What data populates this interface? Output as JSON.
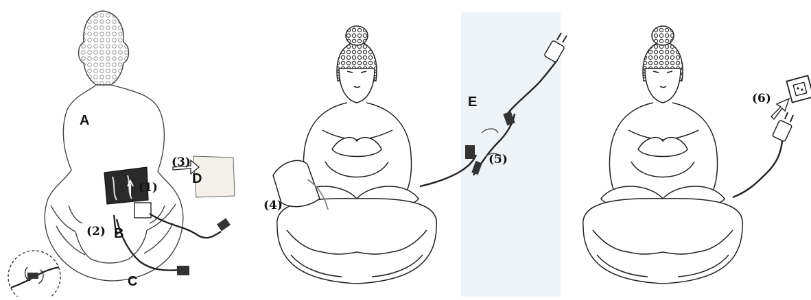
{
  "letters": {
    "a": "A",
    "b": "B",
    "c": "C",
    "d": "D",
    "e": "E"
  },
  "steps": {
    "s1": "(1)",
    "s2": "(2)",
    "s3": "(3)",
    "s4": "(4)",
    "s5": "(5)",
    "s6": "(6)"
  },
  "colors": {
    "line": "#222222",
    "statue_fill": "#ffffff",
    "panel_bg": "#eef3f8",
    "pump": "#2a2a2a",
    "card": "#f3f1ea"
  },
  "icons": {
    "rotate_detail": "rotate-cord-connector-icon",
    "plug": "power-plug-icon",
    "outlet": "wall-outlet-icon",
    "arrow": "outline-arrow-icon"
  }
}
